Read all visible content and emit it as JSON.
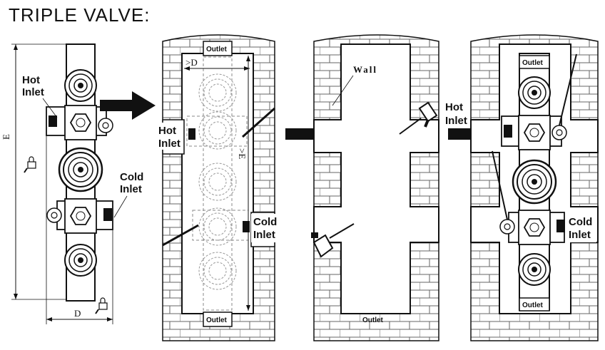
{
  "title": "TRIPLE VALVE:",
  "labels": {
    "hot_inlet_line1": "Hot",
    "hot_inlet_line2": "Inlet",
    "cold_inlet_line1": "Cold",
    "cold_inlet_line2": "Inlet",
    "outlet": "Outlet",
    "wall": "Wall",
    "dim_E": "E",
    "dim_D": "D",
    "dim_gt_D": ">D",
    "dim_gt_E": ">E"
  },
  "colors": {
    "line": "#111111",
    "brick": "#666666",
    "dashed": "#777777"
  },
  "icons": [
    "arrow-right-icon",
    "drill-icon",
    "screwdriver-icon",
    "padlock-icon"
  ]
}
